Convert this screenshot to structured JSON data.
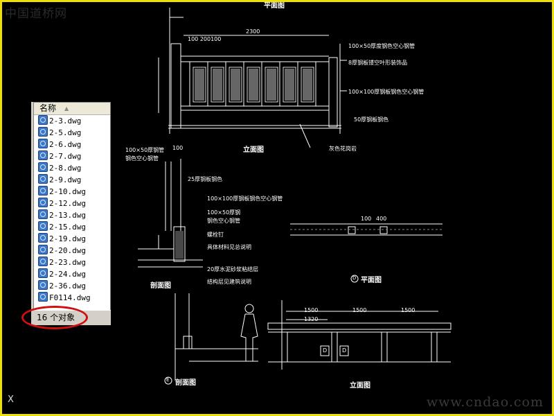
{
  "watermarks": {
    "top": "中国道桥网",
    "bottom": "www.cndao.com"
  },
  "file_panel": {
    "column_header": "名称",
    "files": [
      "2-3.dwg",
      "2-5.dwg",
      "2-6.dwg",
      "2-7.dwg",
      "2-8.dwg",
      "2-9.dwg",
      "2-10.dwg",
      "2-12.dwg",
      "2-13.dwg",
      "2-15.dwg",
      "2-19.dwg",
      "2-20.dwg",
      "2-23.dwg",
      "2-24.dwg",
      "2-36.dwg",
      "F0114.dwg"
    ],
    "status": "16 个对象"
  },
  "drawing": {
    "titles": {
      "top_plan": "平面图",
      "elevation_1": "立面图",
      "section_1": "剖面图",
      "plan_d": "平面图",
      "section_e": "剖面图",
      "elevation_2": "立面图"
    },
    "dims": {
      "width": "2300",
      "top_dims": "100 200100",
      "w100": "100",
      "w400": "400",
      "w1500a": "1500",
      "w1500b": "1500",
      "w1320": "1320",
      "w1500c": "1500"
    },
    "annotations": {
      "a1": "100×50厚度钢色空心钢管",
      "a2": "8厚钢板镂空叶形装饰品",
      "a3": "100×100厚钢板钢色空心钢管",
      "a4": "50厚钢板钢色",
      "a5": "灰色花岗岩",
      "b1": "100×50厚钢管",
      "b2": "钢色空心钢管",
      "b3": "25厚钢板钢色",
      "b4": "100×100厚钢板钢色空心钢管",
      "b5": "100×50厚钢",
      "b6": "钢色空心钢管",
      "b7": "螺栓钉",
      "b8": "具体材料见总说明",
      "b9": "20厚水泥砂浆粘结层",
      "b10": "结构层见建筑说明"
    },
    "markers": {
      "d": "D",
      "e": "E"
    }
  }
}
